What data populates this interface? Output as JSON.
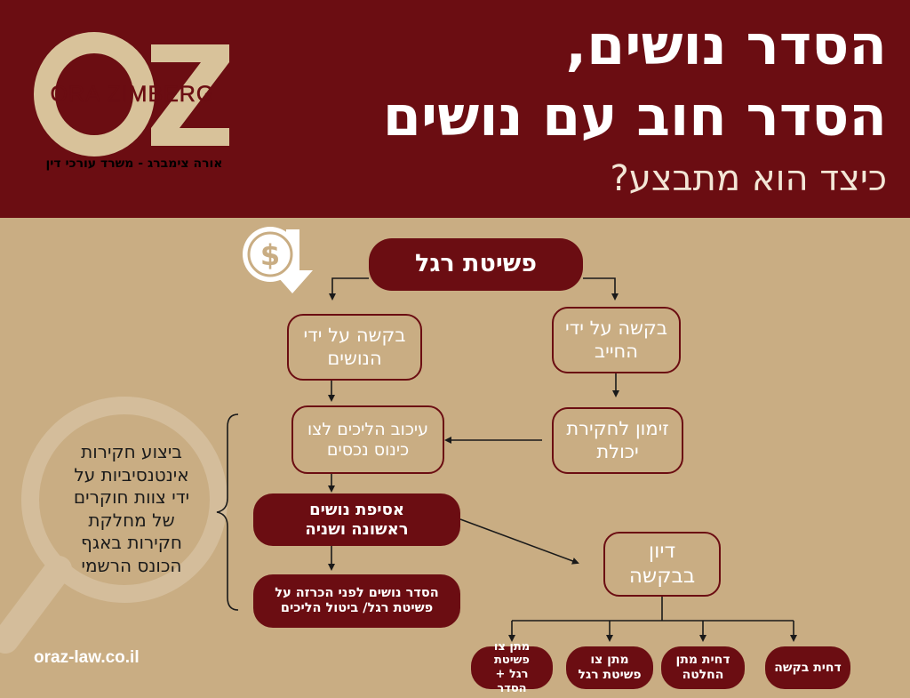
{
  "header": {
    "title_line1": "הסדר נושים,",
    "title_line2": "הסדר חוב עם נושים",
    "subtitle": "כיצד הוא מתבצע?"
  },
  "logo": {
    "monogram": "OZ",
    "name": "ORA ZIMBERG",
    "tagline": "אורה צימברג - משרד עורכי דין"
  },
  "flow": {
    "root": "פשיטת רגל",
    "debtor_request": [
      "בקשה על ידי",
      "החייב"
    ],
    "creditors_request": [
      "בקשה על ידי",
      "הנושים"
    ],
    "summons": [
      "זימון לחקירת",
      "יכולת"
    ],
    "stay": [
      "עיכוב הליכים לצו",
      "כינוס נכסים"
    ],
    "meeting": [
      "אסיפת נושים",
      "ראשונה ושניה"
    ],
    "arrangement": [
      "הסדר נושים לפני הכרזה על",
      "פשיטת רגל/ ביטול הליכים"
    ],
    "hearing": [
      "דיון",
      "בבקשה"
    ],
    "outcomes": {
      "reject": "דחית בקשה",
      "defer": [
        "דחית מתן",
        "החלטה"
      ],
      "order": [
        "מתן צו",
        "פשיטת רגל"
      ],
      "order_arrangement": [
        "מתן צו פשיטת",
        "רגל + הסדר"
      ]
    }
  },
  "side_note": [
    "ביצוע חקירות",
    "אינטנסיביות על",
    "ידי צוות חוקרים",
    "של מחלקת",
    "חקירות באגף",
    "הכונס הרשמי"
  ],
  "footer": {
    "url": "oraz-law.co.il"
  },
  "colors": {
    "maroon": "#6b0d12",
    "tan": "#c9ad83",
    "gold": "#d8c29a",
    "white": "#ffffff"
  },
  "icons": [
    "dollar-coin-down-arrow-icon",
    "magnifier-watermark-icon",
    "curly-brace-icon"
  ]
}
